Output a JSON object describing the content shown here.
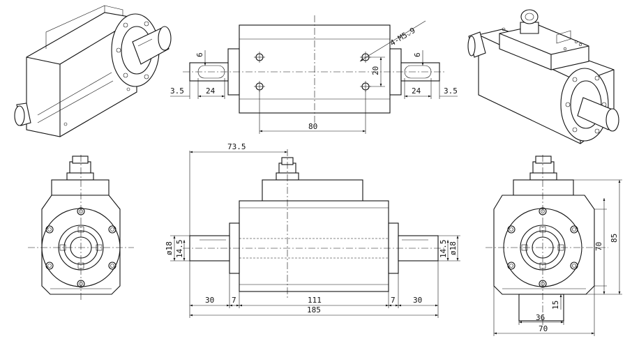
{
  "top_view": {
    "label_thread": "4-M5",
    "label_thread_depth": "9",
    "dim_key_height_left": "6",
    "dim_key_height_right": "6",
    "dim_offset_left": "3.5",
    "dim_offset_right": "3.5",
    "dim_key_len_left": "24",
    "dim_key_len_right": "24",
    "dim_hole_pitch_v": "20",
    "dim_hole_pitch_h": "80"
  },
  "front_view": {
    "dim_center": "73.5",
    "dim_shaft_dia_left": "ø18",
    "dim_key_left": "14.5",
    "dim_shaft_dia_right": "ø18",
    "dim_key_right": "14.5",
    "dim_shaft_left": "30",
    "dim_step_left": "7",
    "dim_body": "111",
    "dim_step_right": "7",
    "dim_shaft_right": "30",
    "dim_total": "185"
  },
  "side_view": {
    "dim_center_height": "70",
    "dim_total_height": "85",
    "dim_foot_height": "15",
    "dim_foot_width": "36",
    "dim_width": "70"
  }
}
